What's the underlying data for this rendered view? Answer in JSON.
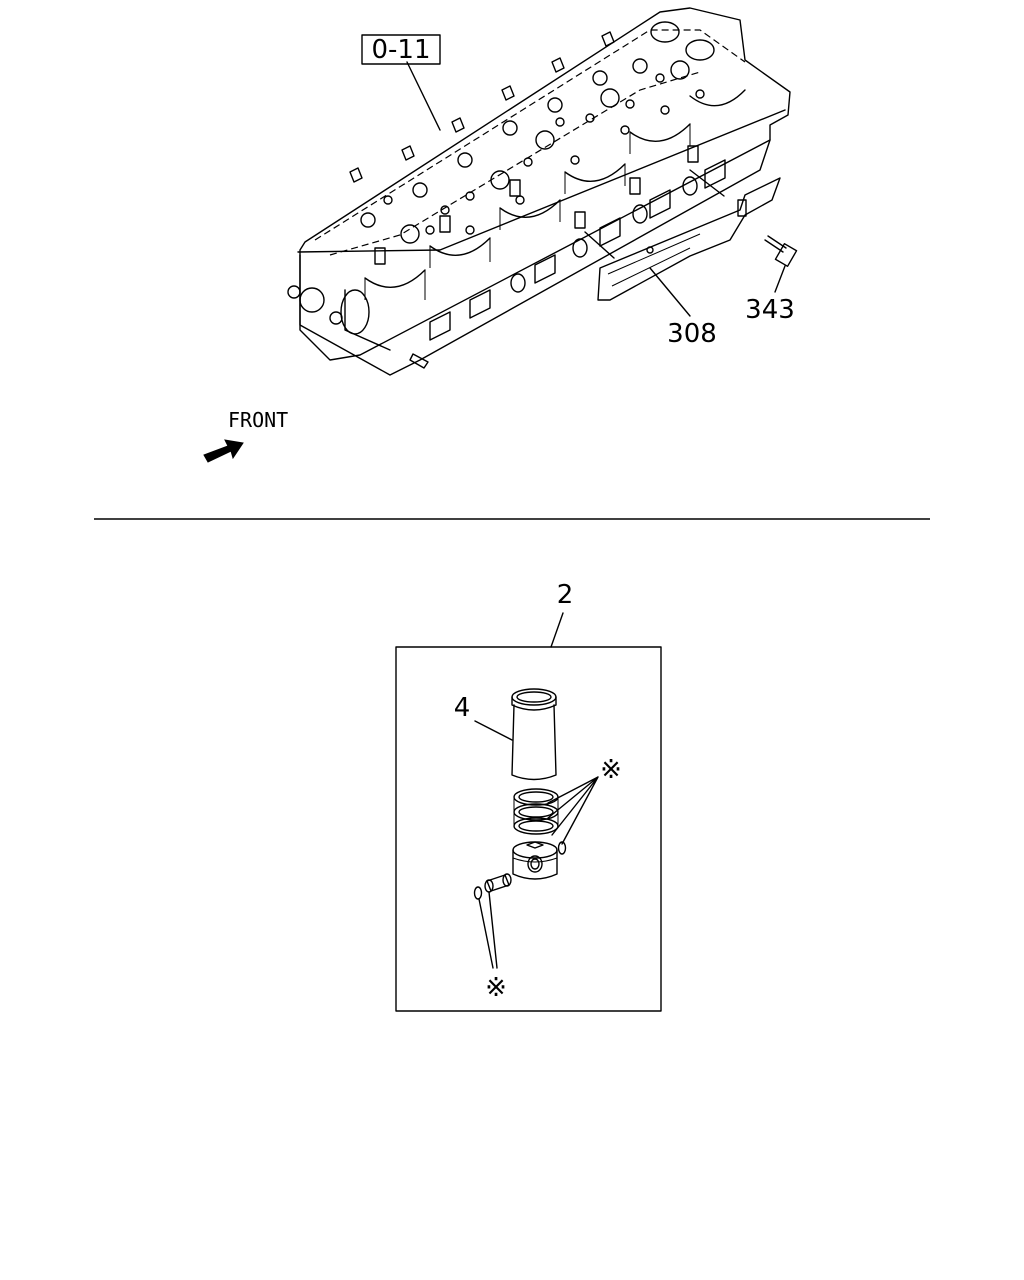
{
  "callouts": {
    "group_ref": "0-11",
    "shield": "308",
    "bolt": "343",
    "kit": "2",
    "liner": "4",
    "star_top": "※",
    "star_bottom": "※"
  },
  "front_label": "FRONT",
  "icons": {
    "front_arrow": "front-arrow-icon"
  }
}
